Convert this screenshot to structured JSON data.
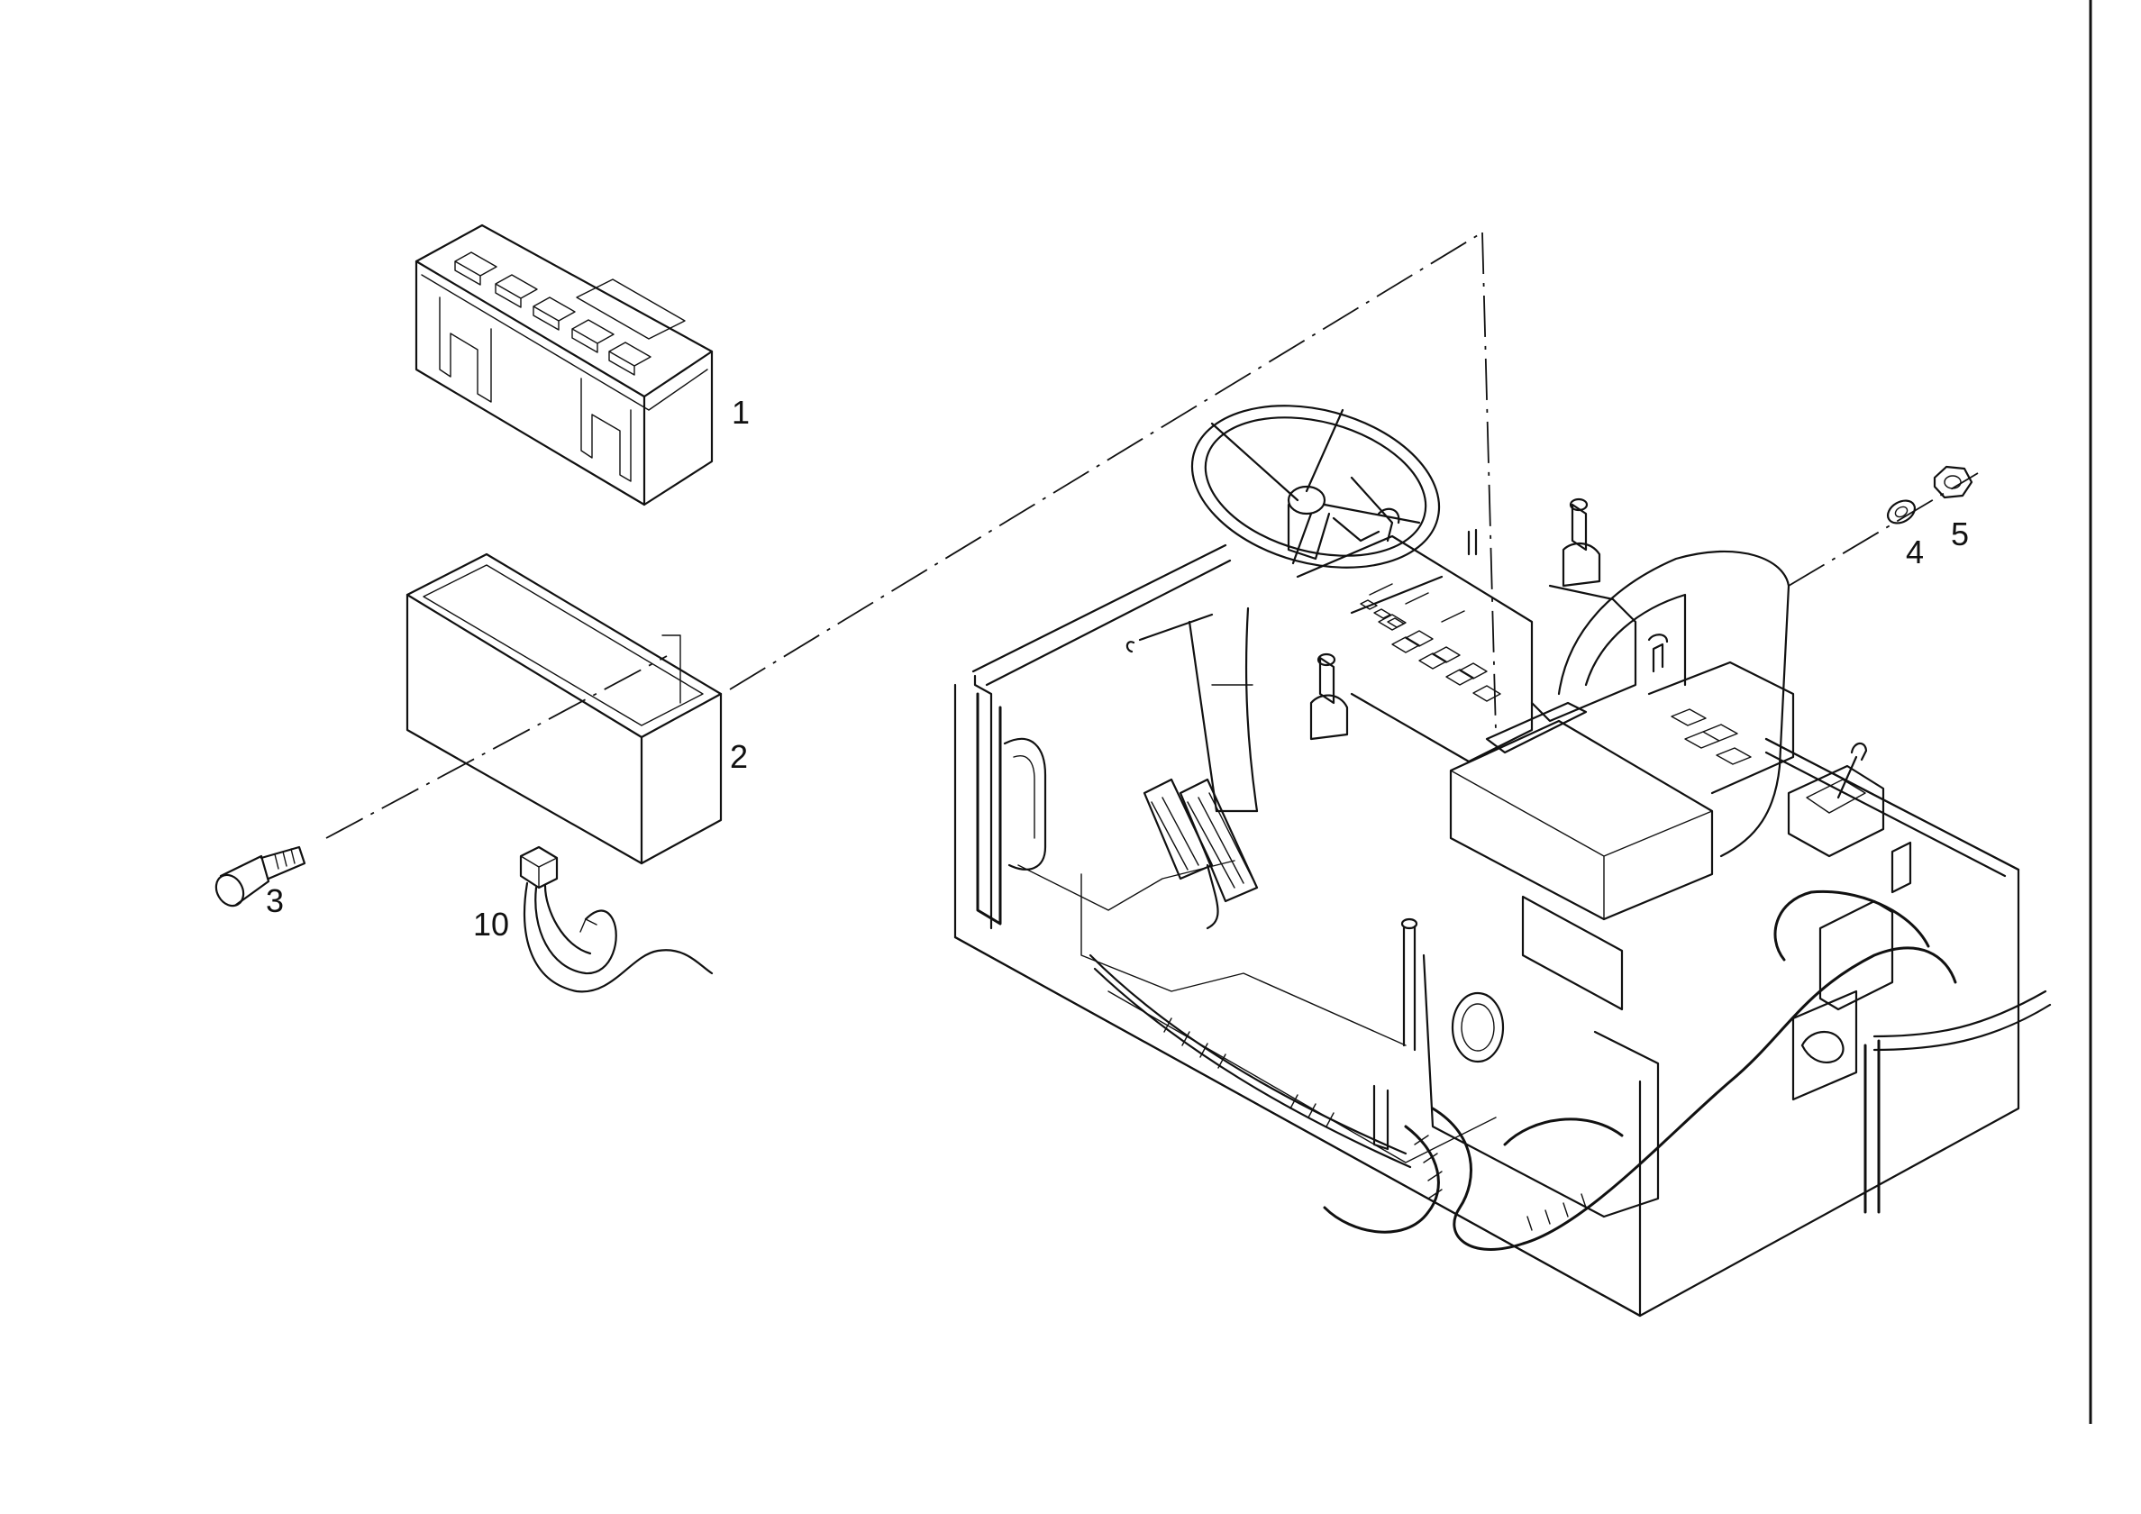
{
  "callouts": {
    "battery": "1",
    "battery_tray": "2",
    "bolt": "3",
    "washer": "4",
    "nut": "5",
    "cable_connector": "10"
  },
  "colors": {
    "line": "#111111",
    "background": "#ffffff"
  }
}
